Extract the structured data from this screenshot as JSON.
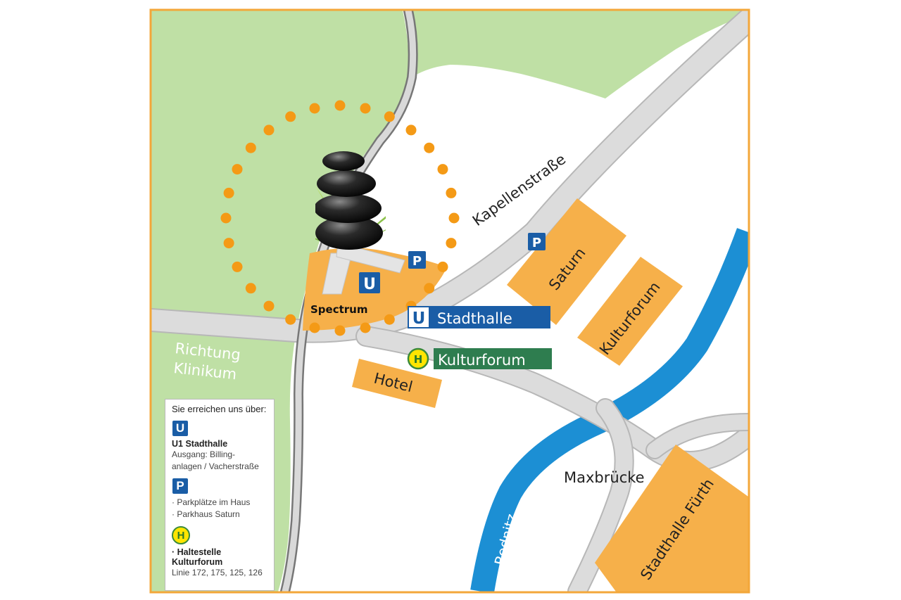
{
  "colors": {
    "frame": "#f3a73a",
    "park": "#bfe0a5",
    "road": "#d6d6d6",
    "road_edge": "#8e8e8e",
    "river": "#1c8fd4",
    "building": "#f6b04a",
    "dot": "#f49a16",
    "u_blue": "#1a5da6",
    "tram_green": "#2e7d4f"
  },
  "icons": {
    "ubahn": "ubahn-icon",
    "parking": "parking-icon",
    "bus": "bus-stop-icon",
    "stones": "stacked-stones-icon"
  },
  "badges": {
    "ubahn": "U",
    "parking": "P",
    "bus": "H"
  },
  "map": {
    "streets": {
      "kapellenstrasse": "Kapellenstraße",
      "maxbruecke": "Maxbrücke",
      "richtung_line1": "Richtung",
      "richtung_line2": "Klinikum"
    },
    "river": "Rednitz",
    "buildings": {
      "saturn": "Saturn",
      "kulturforum": "Kulturforum",
      "hotel": "Hotel",
      "stadthalle": "Stadthalle Fürth",
      "spectrum": "Spectrum"
    },
    "stops": {
      "ubahn_label": "Stadthalle",
      "bus_label": "Kulturforum"
    }
  },
  "legend": {
    "title": "Sie erreichen uns über:",
    "ubahn_title": "U1 Stadthalle",
    "ubahn_line1": "Ausgang: Billing-",
    "ubahn_line2": "anlagen / Vacherstraße",
    "parking_line1": "· Parkplätze im Haus",
    "parking_line2": "· Parkhaus Saturn",
    "bus_title": "· Haltestelle Kulturforum",
    "bus_lines": "Linie 172, 175, 125, 126"
  }
}
